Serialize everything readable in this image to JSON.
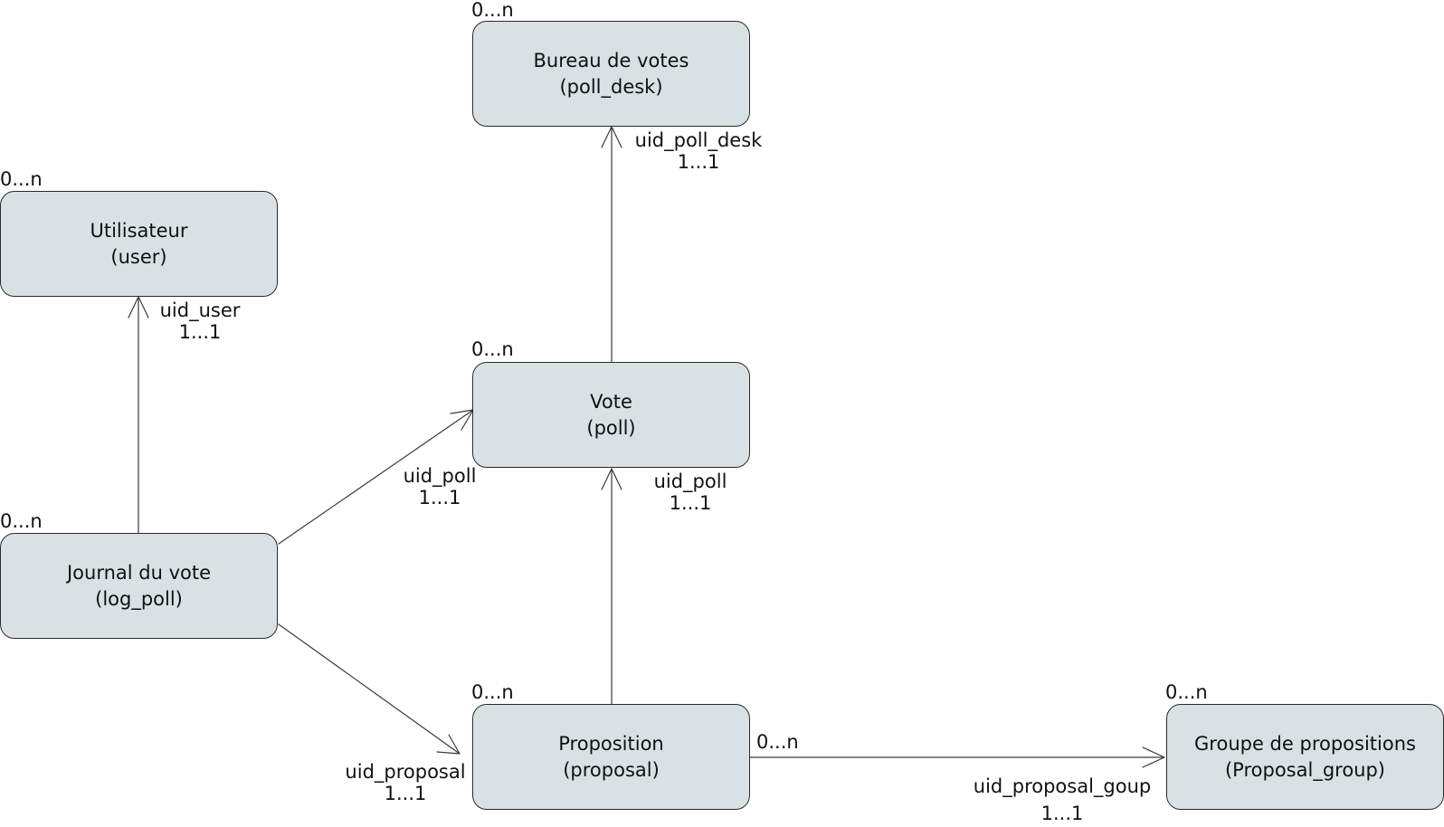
{
  "colors": {
    "entity_fill": "#d8e2e4",
    "entity_border": "#2a2a2a",
    "line": "#3a3a3a"
  },
  "entities": {
    "poll_desk": {
      "name": "Bureau de votes",
      "table": "(poll_desk)",
      "cardinality": "0...n"
    },
    "user": {
      "name": "Utilisateur",
      "table": "(user)",
      "cardinality": "0...n"
    },
    "poll": {
      "name": "Vote",
      "table": "(poll)",
      "cardinality": "0...n"
    },
    "log_poll": {
      "name": "Journal du vote",
      "table": "(log_poll)",
      "cardinality": "0...n"
    },
    "proposal": {
      "name": "Proposition",
      "table": "(proposal)",
      "cardinality": "0...n",
      "cardinality_right": "0...n"
    },
    "proposal_group": {
      "name": "Groupe de propositions",
      "table": "(Proposal_group)",
      "cardinality": "0...n"
    }
  },
  "relations": {
    "poll_to_desk": {
      "key": "uid_poll_desk",
      "cardinality": "1...1"
    },
    "log_to_user": {
      "key": "uid_user",
      "cardinality": "1...1"
    },
    "log_to_poll": {
      "key": "uid_poll",
      "cardinality": "1...1"
    },
    "proposal_to_poll": {
      "key": "uid_poll",
      "cardinality": "1...1"
    },
    "log_to_proposal": {
      "key": "uid_proposal",
      "cardinality": "1...1"
    },
    "proposal_to_group": {
      "key": "uid_proposal_goup",
      "cardinality": "1...1"
    }
  }
}
